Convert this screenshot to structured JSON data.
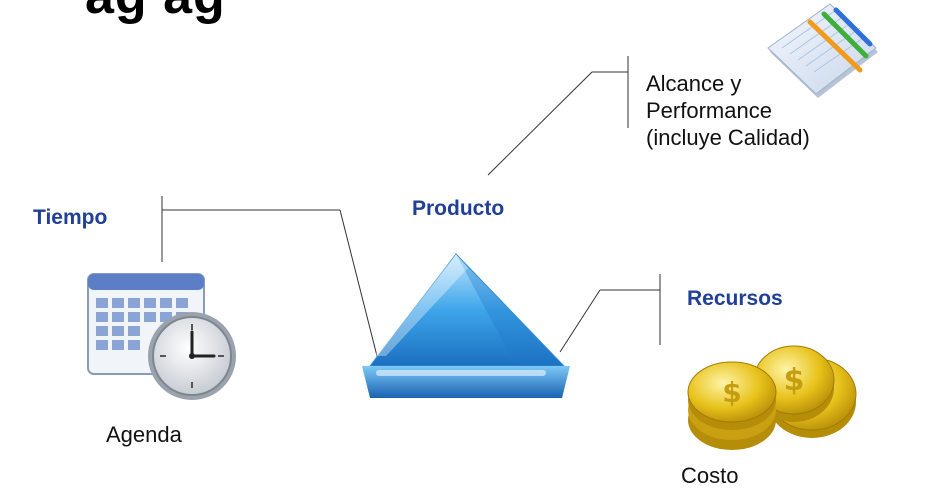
{
  "title_fragment": "ag     ag",
  "nodes": {
    "tiempo": {
      "heading": "Tiempo",
      "caption": "Agenda"
    },
    "producto": {
      "heading": "Producto"
    },
    "alcance": {
      "caption_lines": [
        "Alcance y",
        "Performance",
        "(incluye Calidad)"
      ]
    },
    "recursos": {
      "heading": "Recursos",
      "caption": "Costo"
    }
  },
  "icons": {
    "notepad": "notepad-pencils-icon",
    "calendar": "calendar-clock-icon",
    "pyramid": "triangle-prism-icon",
    "coins": "gold-coins-icon"
  },
  "colors": {
    "heading": "#1f3f99",
    "prism": "#2f9be6",
    "coin": "#e7c21a"
  }
}
